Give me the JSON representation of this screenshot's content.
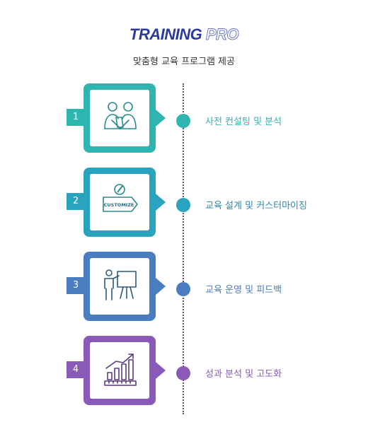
{
  "header": {
    "title_part1": "TRAINING",
    "title_part2": "PRO",
    "subtitle": "맞춤형 교육 프로그램 제공"
  },
  "steps": [
    {
      "number": "1",
      "label": "사전 컨설팅 및 분석",
      "icon": "consulting-people-icon",
      "color": "#2fb5b0"
    },
    {
      "number": "2",
      "label": "교육 설계 및 커스터마이징",
      "icon": "customize-tag-icon",
      "color": "#2aa3bf"
    },
    {
      "number": "3",
      "label": "교육 운영 및 피드백",
      "icon": "presenter-board-icon",
      "color": "#4a7dc0"
    },
    {
      "number": "4",
      "label": "성과 분석 및 고도화",
      "icon": "growth-chart-icon",
      "color": "#8a5ab8"
    }
  ],
  "icon_text": {
    "customize": "CUSTOMIZE"
  }
}
